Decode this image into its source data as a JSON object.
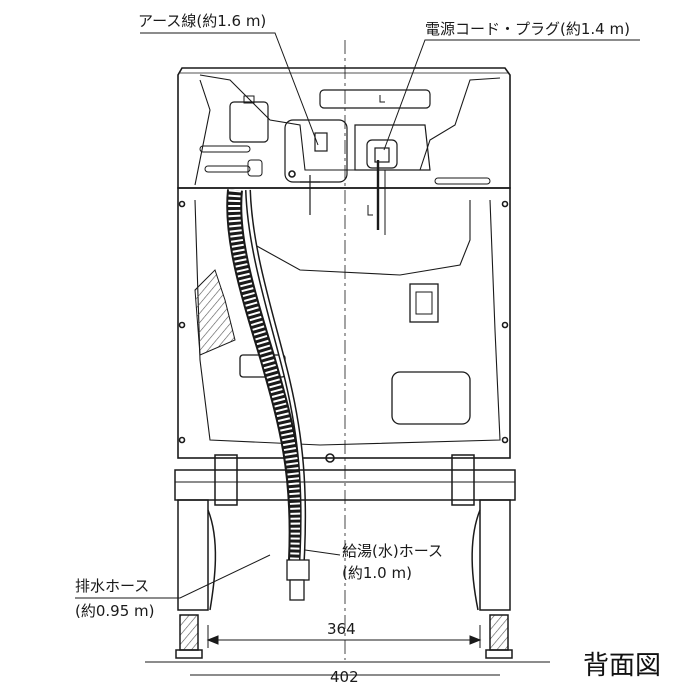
{
  "labels": {
    "earth_wire": "アース線(約1.6 m)",
    "power_cord": "電源コード・プラグ(約1.4 m)",
    "supply_hose_line1": "給湯(水)ホース",
    "supply_hose_line2": "(約1.0 m)",
    "drain_hose_line1": "排水ホース",
    "drain_hose_line2": "(約0.95 m)"
  },
  "dimensions": {
    "inner_width": "364",
    "outer_width": "402"
  },
  "view_title": "背面図",
  "colors": {
    "line": "#1a1a1a",
    "panel_fill": "#ffffff",
    "hatch": "#555555"
  }
}
